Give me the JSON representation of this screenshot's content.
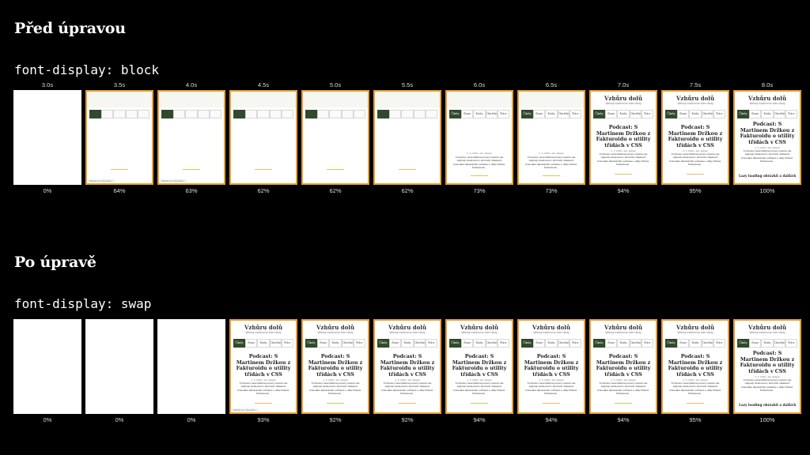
{
  "before": {
    "heading": "Před úpravou",
    "code": "font-display: block",
    "frames": [
      {
        "time": "3.0s",
        "pct": "0%",
        "state": "blank"
      },
      {
        "time": "3.5s",
        "pct": "64%",
        "state": "blocks"
      },
      {
        "time": "4.0s",
        "pct": "63%",
        "state": "blocks"
      },
      {
        "time": "4.5s",
        "pct": "62%",
        "state": "blocks"
      },
      {
        "time": "5.0s",
        "pct": "62%",
        "state": "blocks"
      },
      {
        "time": "5.5s",
        "pct": "62%",
        "state": "blocks"
      },
      {
        "time": "6.0s",
        "pct": "73%",
        "state": "nav"
      },
      {
        "time": "6.5s",
        "pct": "73%",
        "state": "nav"
      },
      {
        "time": "7.0s",
        "pct": "94%",
        "state": "full"
      },
      {
        "time": "7.5s",
        "pct": "95%",
        "state": "full"
      },
      {
        "time": "8.0s",
        "pct": "100%",
        "state": "full-foot"
      }
    ]
  },
  "after": {
    "heading": "Po úpravě",
    "code": "font-display: swap",
    "frames": [
      {
        "time": "",
        "pct": "0%",
        "state": "blank"
      },
      {
        "time": "",
        "pct": "0%",
        "state": "blank"
      },
      {
        "time": "",
        "pct": "0%",
        "state": "blank"
      },
      {
        "time": "",
        "pct": "93%",
        "state": "full"
      },
      {
        "time": "",
        "pct": "92%",
        "state": "full"
      },
      {
        "time": "",
        "pct": "92%",
        "state": "full"
      },
      {
        "time": "",
        "pct": "94%",
        "state": "full"
      },
      {
        "time": "",
        "pct": "94%",
        "state": "full"
      },
      {
        "time": "",
        "pct": "94%",
        "state": "full"
      },
      {
        "time": "",
        "pct": "95%",
        "state": "full"
      },
      {
        "time": "",
        "pct": "100%",
        "state": "full-foot"
      }
    ]
  },
  "thumb": {
    "logo": "Vzhůru dolů",
    "tagline": "Webový frontend se vším všudy",
    "nav": [
      "Články",
      "Kurzy",
      "Knihy",
      "Checklist",
      "Práce"
    ],
    "headline": "Podcast: S Martinem Držkou z Fakturoidu o utility třídách v CSS",
    "meta": "2. 3. 2019 • Jan Jirásek",
    "body": "S Kolínem Jana Martina pozval, protože nás zajímaly zkušenosti v těch těch oblastech hromadné fakturačního software s utility třídami. Pokračovat...",
    "foot": "Lazy loading obrázků a dalších",
    "loading": "Waiting for vzhurudolu..."
  },
  "colors": {
    "accent": "#e9a12b",
    "nav_active": "#2f4a2c",
    "background": "#000000"
  }
}
